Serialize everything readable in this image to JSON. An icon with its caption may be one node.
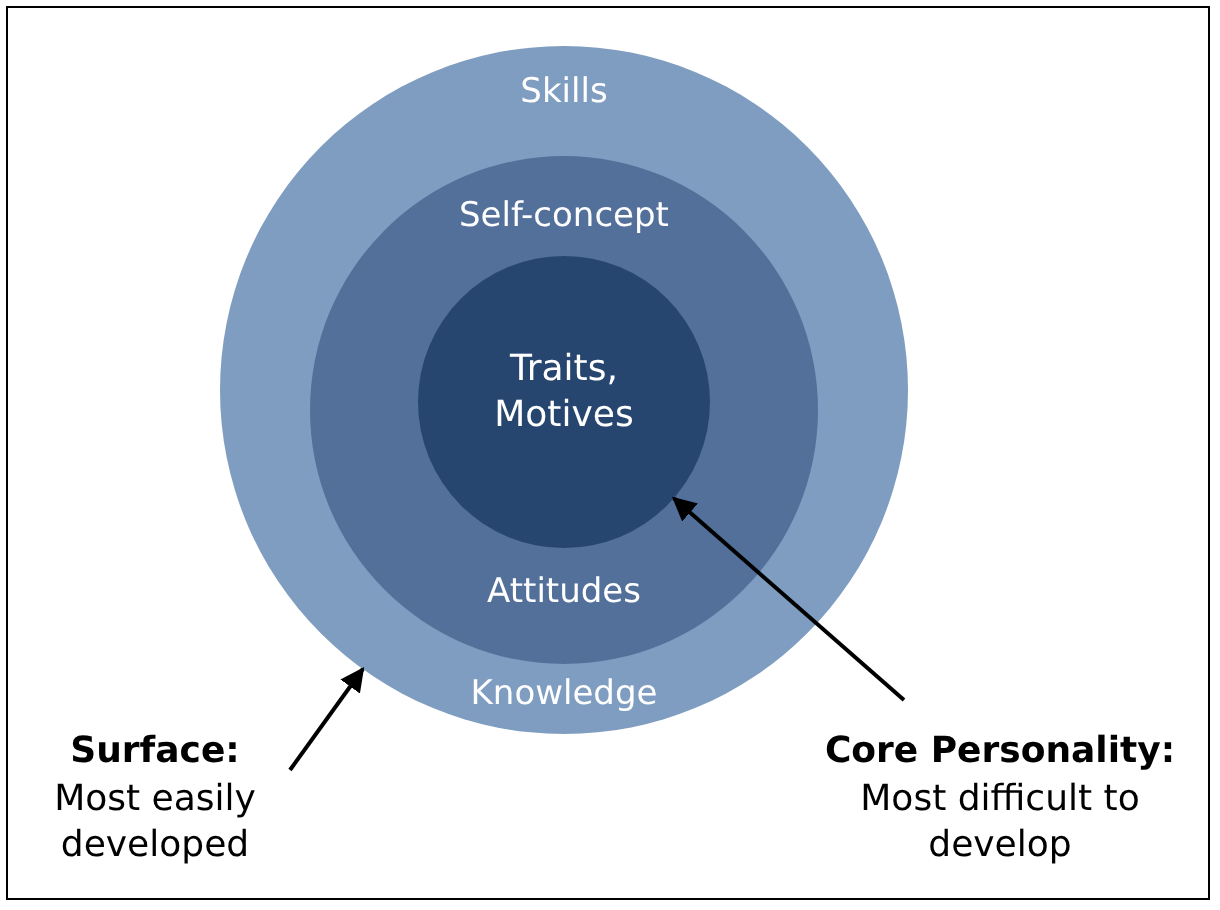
{
  "diagram": {
    "nodes": [
      {
        "text": [
          "Skills",
          "Knowledge"
        ]
      },
      {
        "text": [
          "Self-concept",
          "Attitudes"
        ],
        "in": 0
      },
      {
        "text": [
          "Traits, Motives"
        ],
        "in": 1
      },
      {
        "text": [
          "Surface:",
          "Most easily developed"
        ]
      },
      {
        "text": [
          "Core Personality:",
          "Most difficult to develop"
        ]
      }
    ],
    "edges": [
      {
        "from": 3,
        "to": 0,
        "arrow": "to"
      },
      {
        "from": 4,
        "to": 2,
        "arrow": "to"
      }
    ]
  }
}
